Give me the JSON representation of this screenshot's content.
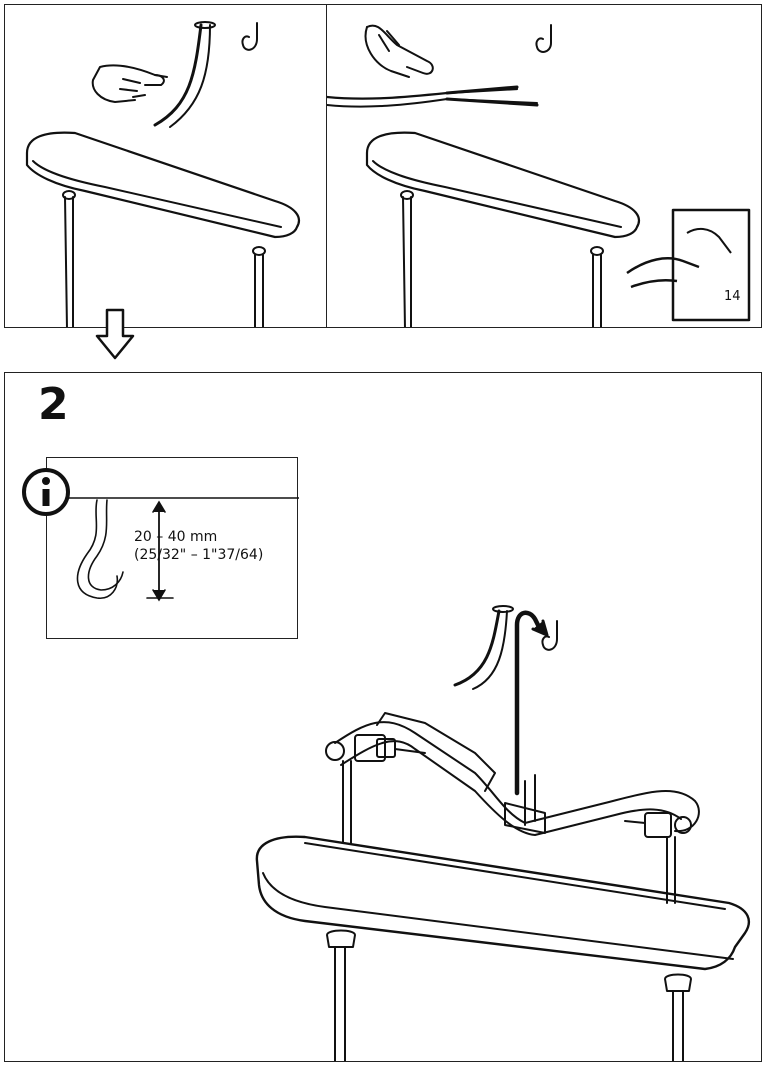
{
  "step": {
    "number": "2"
  },
  "page_reference": "14",
  "info": {
    "icon": "info-icon",
    "measurement_mm": "20 – 40 mm",
    "measurement_in": "(25/32\" – 1\"37/64)"
  },
  "icons": {
    "hand_pointer": "hand-pointing-icon",
    "ceiling_hook": "ceiling-hook-icon",
    "next_step_arrow": "down-arrow-icon",
    "page_turn": "page-turn-icon"
  }
}
